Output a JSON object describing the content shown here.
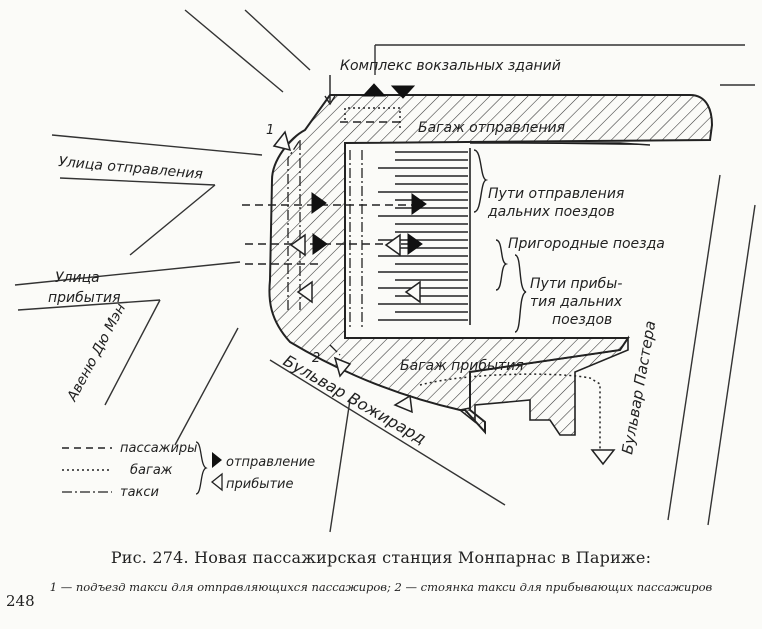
{
  "labels": {
    "complex": "Комплекс вокзальных зданий",
    "baggage_departure": "Багаж отправления",
    "street_departure": "Улица отправления",
    "street_arrival_1": "Улица",
    "street_arrival_2": "прибытия",
    "avenue": "Авеню Дю Мэн",
    "long_dep_1": "Пути отправления",
    "long_dep_2": "дальних поездов",
    "suburban": "Пригородные поезда",
    "long_arr_1": "Пути прибы-",
    "long_arr_2": "тия дальних",
    "long_arr_3": "поездов",
    "baggage_arrival": "Багаж прибытия",
    "boulevard_vaugirard": "Бульвар Вожирард",
    "boulevard_pasteur": "Бульвар Пастера",
    "marker_1": "1",
    "marker_2": "2"
  },
  "legend": {
    "passengers": "пассажиры",
    "baggage": "багаж",
    "taxi": "такси",
    "departure": "отправление",
    "arrival": "прибытие"
  },
  "caption": {
    "title": "Рис. 274. Новая пассажирская станция Монпарнас в Париже:",
    "note": "1 — подъезд такси для отправляющихся пассажиров; 2 — стоянка такси для прибывающих пассажиров"
  },
  "page_number": "248"
}
